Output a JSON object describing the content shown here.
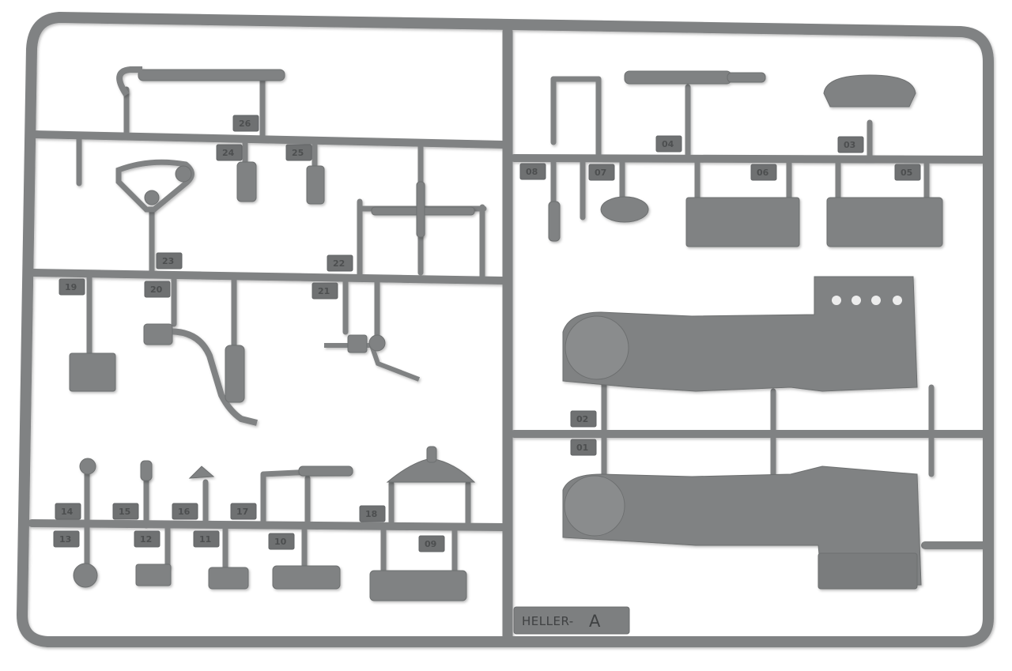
{
  "sprue": {
    "colors": {
      "plastic": "#808283",
      "plastic_dark": "#5f6162",
      "tab": "#6f7172",
      "background": "#ffffff"
    },
    "brand_text": "HELLER-",
    "sprue_letter": "A",
    "part_numbers": {
      "p01": "01",
      "p02": "02",
      "p03": "03",
      "p04": "04",
      "p05": "05",
      "p06": "06",
      "p07": "07",
      "p08": "08",
      "p09": "09",
      "p10": "10",
      "p11": "11",
      "p12": "12",
      "p13": "13",
      "p14": "14",
      "p15": "15",
      "p16": "16",
      "p17": "17",
      "p18": "18",
      "p19": "19",
      "p20": "20",
      "p21": "21",
      "p22": "22",
      "p23": "23",
      "p24": "24",
      "p25": "25",
      "p26": "26"
    }
  }
}
